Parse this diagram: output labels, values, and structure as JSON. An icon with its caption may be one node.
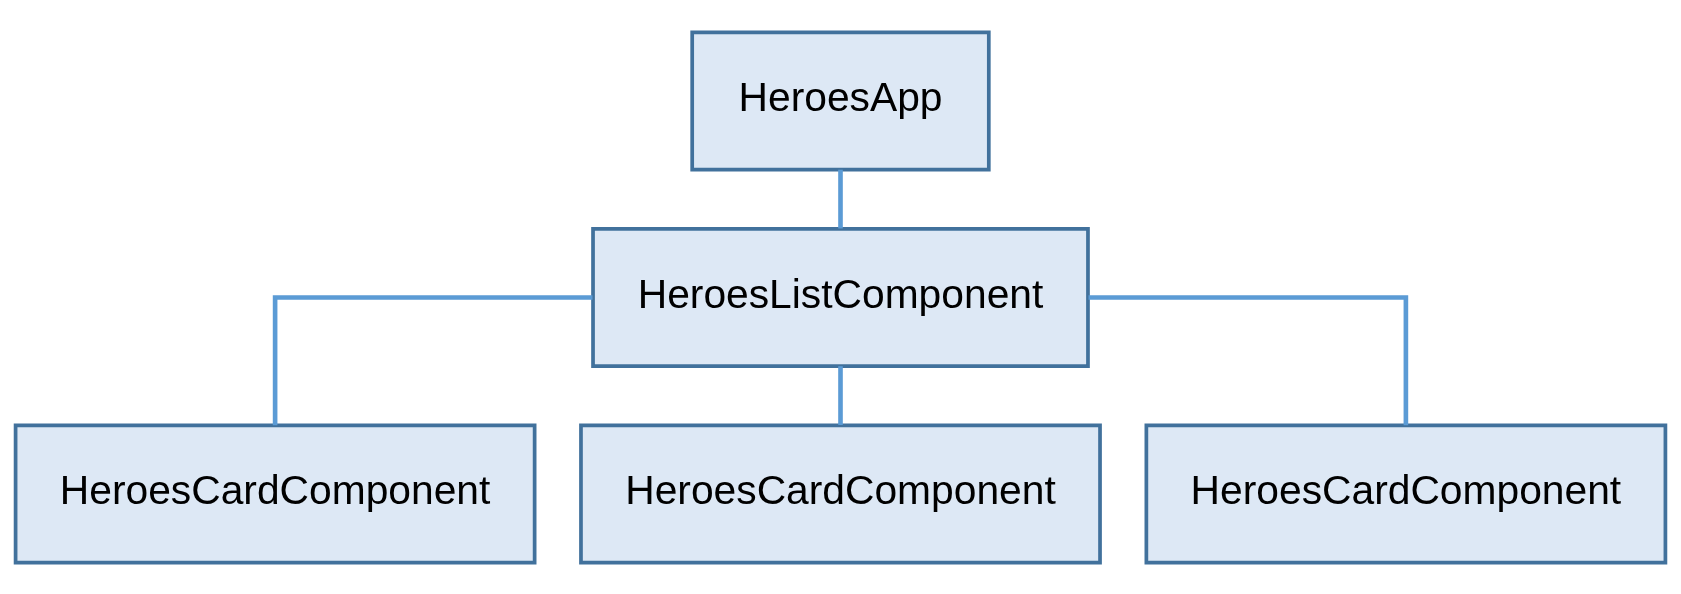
{
  "diagram": {
    "nodes": [
      {
        "text": [
          "HeroesApp"
        ]
      },
      {
        "text": [
          "HeroesListComponent"
        ]
      },
      {
        "text": [
          "HeroesCardComponent"
        ]
      },
      {
        "text": [
          "HeroesCardComponent"
        ]
      },
      {
        "text": [
          "HeroesCardComponent"
        ]
      }
    ],
    "edges": [
      {
        "from": 0,
        "to": 1,
        "arrow": "none"
      },
      {
        "from": 1,
        "to": 2,
        "arrow": "none"
      },
      {
        "from": 1,
        "to": 3,
        "arrow": "none"
      },
      {
        "from": 1,
        "to": 4,
        "arrow": "none"
      }
    ]
  }
}
